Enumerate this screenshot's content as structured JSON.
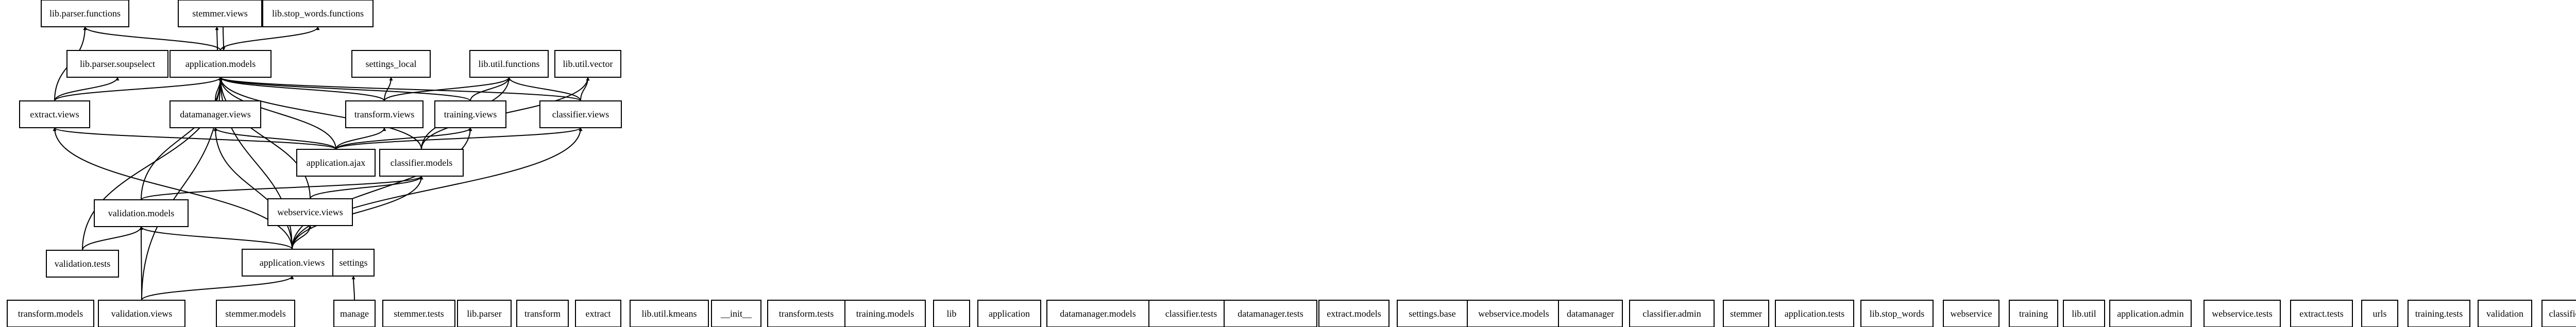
{
  "diagram": {
    "type": "module-dependency-graph",
    "colors": {
      "background": "#ffffff",
      "stroke": "#000000",
      "text": "#000000"
    },
    "nodes": [
      {
        "id": "lib_parser_functions",
        "label": "lib.parser.functions"
      },
      {
        "id": "stemmer_views",
        "label": "stemmer.views"
      },
      {
        "id": "lib_stop_words_functions",
        "label": "lib.stop_words.functions"
      },
      {
        "id": "lib_parser_soupselect",
        "label": "lib.parser.soupselect"
      },
      {
        "id": "application_models",
        "label": "application.models"
      },
      {
        "id": "settings_local",
        "label": "settings_local"
      },
      {
        "id": "lib_util_functions",
        "label": "lib.util.functions"
      },
      {
        "id": "lib_util_vector",
        "label": "lib.util.vector"
      },
      {
        "id": "extract_views",
        "label": "extract.views"
      },
      {
        "id": "datamanager_views",
        "label": "datamanager.views"
      },
      {
        "id": "transform_views",
        "label": "transform.views"
      },
      {
        "id": "training_views",
        "label": "training.views"
      },
      {
        "id": "classifier_views",
        "label": "classifier.views"
      },
      {
        "id": "application_ajax",
        "label": "application.ajax"
      },
      {
        "id": "classifier_models",
        "label": "classifier.models"
      },
      {
        "id": "validation_models",
        "label": "validation.models"
      },
      {
        "id": "webservice_views",
        "label": "webservice.views"
      },
      {
        "id": "validation_tests",
        "label": "validation.tests"
      },
      {
        "id": "application_views",
        "label": "application.views"
      },
      {
        "id": "settings",
        "label": "settings"
      },
      {
        "id": "transform_models",
        "label": "transform.models"
      },
      {
        "id": "validation_views",
        "label": "validation.views"
      },
      {
        "id": "stemmer_models",
        "label": "stemmer.models"
      },
      {
        "id": "manage",
        "label": "manage"
      },
      {
        "id": "stemmer_tests",
        "label": "stemmer.tests"
      },
      {
        "id": "lib_parser",
        "label": "lib.parser"
      },
      {
        "id": "transform",
        "label": "transform"
      },
      {
        "id": "extract",
        "label": "extract"
      },
      {
        "id": "lib_util_kmeans",
        "label": "lib.util.kmeans"
      },
      {
        "id": "init",
        "label": "__init__"
      },
      {
        "id": "transform_tests",
        "label": "transform.tests"
      },
      {
        "id": "training_models",
        "label": "training.models"
      },
      {
        "id": "lib",
        "label": "lib"
      },
      {
        "id": "application",
        "label": "application"
      },
      {
        "id": "datamanager_models",
        "label": "datamanager.models"
      },
      {
        "id": "classifier_tests",
        "label": "classifier.tests"
      },
      {
        "id": "datamanager_tests",
        "label": "datamanager.tests"
      },
      {
        "id": "extract_models",
        "label": "extract.models"
      },
      {
        "id": "settings_base",
        "label": "settings.base"
      },
      {
        "id": "webservice_models",
        "label": "webservice.models"
      },
      {
        "id": "datamanager",
        "label": "datamanager"
      },
      {
        "id": "classifier_admin",
        "label": "classifier.admin"
      },
      {
        "id": "stemmer",
        "label": "stemmer"
      },
      {
        "id": "application_tests",
        "label": "application.tests"
      },
      {
        "id": "lib_stop_words",
        "label": "lib.stop_words"
      },
      {
        "id": "webservice",
        "label": "webservice"
      },
      {
        "id": "training",
        "label": "training"
      },
      {
        "id": "lib_util",
        "label": "lib.util"
      },
      {
        "id": "application_admin",
        "label": "application.admin"
      },
      {
        "id": "webservice_tests",
        "label": "webservice.tests"
      },
      {
        "id": "extract_tests",
        "label": "extract.tests"
      },
      {
        "id": "urls",
        "label": "urls"
      },
      {
        "id": "training_tests",
        "label": "training.tests"
      },
      {
        "id": "validation",
        "label": "validation"
      },
      {
        "id": "classifier",
        "label": "classifier"
      }
    ],
    "edges": [
      {
        "from": "application_models",
        "to": "lib_parser_functions"
      },
      {
        "from": "application_models",
        "to": "stemmer_views"
      },
      {
        "from": "stemmer_views",
        "to": "application_models"
      },
      {
        "from": "application_models",
        "to": "lib_stop_words_functions"
      },
      {
        "from": "extract_views",
        "to": "lib_parser_functions"
      },
      {
        "from": "extract_views",
        "to": "lib_parser_soupselect"
      },
      {
        "from": "extract_views",
        "to": "application_models"
      },
      {
        "from": "datamanager_views",
        "to": "application_models"
      },
      {
        "from": "transform_views",
        "to": "application_models"
      },
      {
        "from": "transform_views",
        "to": "settings_local"
      },
      {
        "from": "transform_views",
        "to": "lib_util_functions"
      },
      {
        "from": "training_views",
        "to": "application_models"
      },
      {
        "from": "training_views",
        "to": "lib_util_functions"
      },
      {
        "from": "classifier_views",
        "to": "application_models"
      },
      {
        "from": "classifier_views",
        "to": "lib_util_functions"
      },
      {
        "from": "classifier_views",
        "to": "lib_util_vector"
      },
      {
        "from": "application_ajax",
        "to": "extract_views"
      },
      {
        "from": "application_ajax",
        "to": "datamanager_views"
      },
      {
        "from": "application_ajax",
        "to": "transform_views"
      },
      {
        "from": "application_ajax",
        "to": "training_views"
      },
      {
        "from": "application_ajax",
        "to": "classifier_views"
      },
      {
        "from": "application_ajax",
        "to": "application_models"
      },
      {
        "from": "classifier_models",
        "to": "application_models"
      },
      {
        "from": "classifier_models",
        "to": "lib_util_functions"
      },
      {
        "from": "classifier_models",
        "to": "lib_util_vector"
      },
      {
        "from": "validation_models",
        "to": "application_models"
      },
      {
        "from": "validation_models",
        "to": "classifier_models"
      },
      {
        "from": "webservice_views",
        "to": "application_models"
      },
      {
        "from": "webservice_views",
        "to": "classifier_models"
      },
      {
        "from": "validation_tests",
        "to": "validation_models"
      },
      {
        "from": "validation_tests",
        "to": "application_models"
      },
      {
        "from": "application_views",
        "to": "application_models"
      },
      {
        "from": "application_views",
        "to": "validation_models"
      },
      {
        "from": "application_views",
        "to": "webservice_views"
      },
      {
        "from": "application_views",
        "to": "classifier_models"
      },
      {
        "from": "application_views",
        "to": "datamanager_views"
      },
      {
        "from": "application_views",
        "to": "training_views"
      },
      {
        "from": "application_views",
        "to": "classifier_views"
      },
      {
        "from": "application_views",
        "to": "extract_views"
      },
      {
        "from": "validation_views",
        "to": "application_views"
      },
      {
        "from": "validation_views",
        "to": "validation_models"
      },
      {
        "from": "validation_views",
        "to": "application_models"
      },
      {
        "from": "manage",
        "to": "settings"
      }
    ]
  }
}
